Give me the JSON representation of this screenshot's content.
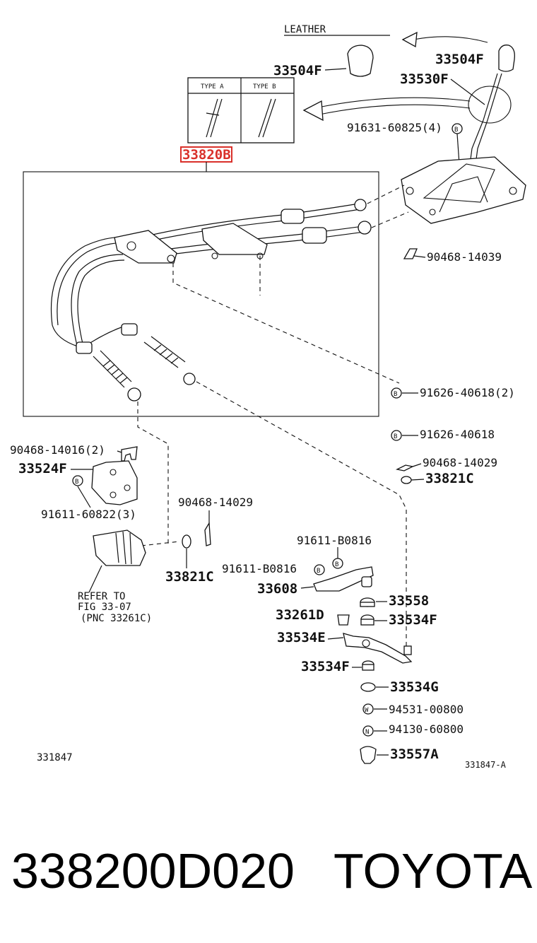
{
  "diagram": {
    "leather_note": "LEATHER",
    "type_a": "TYPE A",
    "type_b": "TYPE B",
    "highlight_color": "#d9302a",
    "refer_lines": [
      "REFER TO",
      "FIG  33-07",
      "(PNC  33261C)"
    ],
    "labels": {
      "p33504F_left": "33504F",
      "p33504F_right": "33504F",
      "p33530F": "33530F",
      "p91631_60825": "91631-60825(4)",
      "p33820B": "33820B",
      "p90468_14039": "90468-14039",
      "p91626_40618_2": "91626-40618(2)",
      "p91626_40618": "91626-40618",
      "p90468_14016": "90468-14016(2)",
      "p33524F": "33524F",
      "p91611_60822": "91611-60822(3)",
      "p90468_14029_right": "90468-14029",
      "p33821C_right": "33821C",
      "p90468_14029_mid": "90468-14029",
      "p33821C_left": "33821C",
      "p91611_B0816_top": "91611-B0816",
      "p91611_B0816_left": "91611-B0816",
      "p33608": "33608",
      "p33558": "33558",
      "p33261D": "33261D",
      "p33534F_top": "33534F",
      "p33534E": "33534E",
      "p33534F_bottom": "33534F",
      "p33534G": "33534G",
      "p94531_00800": "94531-00800",
      "p94130_60800": "94130-60800",
      "p33557A": "33557A"
    },
    "symbols": {
      "bolt": "B",
      "washer": "W",
      "nut": "N"
    },
    "ref_left": "331847",
    "ref_right": "331847-A"
  },
  "caption": {
    "part_number": "338200D020",
    "brand": "TOYOTA"
  }
}
